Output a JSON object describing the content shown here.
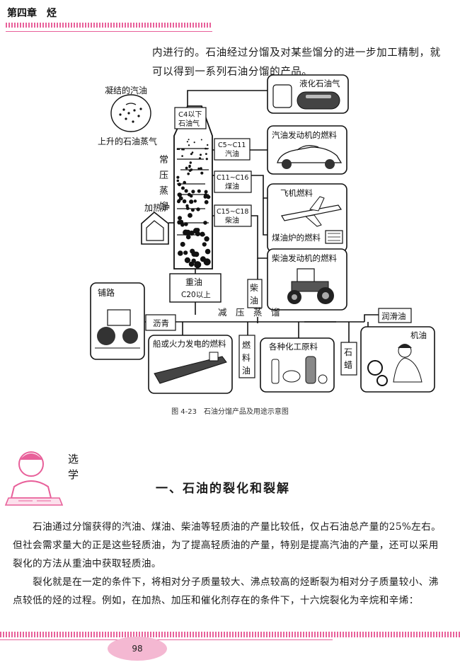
{
  "header": {
    "chapter_title": "第四章　烃"
  },
  "intro_text": {
    "line1": "内进行的。石油经过分馏及对某些馏分的进一步加工精制，就",
    "line2": "可以得到一系列石油分馏的产品。"
  },
  "diagram": {
    "condensed_gasoline": "凝结的汽油",
    "rising_vapor": "上升的石油蒸气",
    "tower_label": [
      "常",
      "压",
      "蒸",
      "馏"
    ],
    "furnace_label": "加热炉",
    "top_cut": [
      "C4以下",
      "石油气"
    ],
    "cut_gasoline": [
      "C5~C11",
      "汽油"
    ],
    "cut_kerosene": [
      "C11~C16",
      "煤油"
    ],
    "cut_diesel": [
      "C15~C18",
      "柴油"
    ],
    "heavy_oil": [
      "重油",
      "C20以上"
    ],
    "product_lpg": "液化石油气",
    "product_car_fuel": "汽油发动机的燃料",
    "product_jet_fuel": "飞机燃料",
    "product_stove_fuel": "煤油炉的燃料",
    "product_diesel_engine": "柴油发动机的燃料",
    "diesel_side": [
      "柴",
      "油"
    ],
    "vacuum_distillation": "减　压　蒸　馏",
    "asphalt": "沥青",
    "road_paving": "铺路",
    "ship_power_fuel": "船或火力发电的燃料",
    "fuel_oil": [
      "燃",
      "料",
      "油"
    ],
    "chem_feedstock": "各种化工原料",
    "paraffin": [
      "石",
      "蜡"
    ],
    "lube_oil": "润滑油",
    "machine_oil": "机油"
  },
  "caption": "图 4-23　石油分馏产品及用途示意图",
  "elective": {
    "label_top": "选",
    "label_bottom": "学"
  },
  "section_title": "一、石油的裂化和裂解",
  "paragraphs": [
    "石油通过分馏获得的汽油、煤油、柴油等轻质油的产量比较低，仅占石油总产量的25%左右。但社会需求量大的正是这些轻质油，为了提高轻质油的产量，特别是提高汽油的产量，还可以采用裂化的方法从重油中获取轻质油。",
    "裂化就是在一定的条件下，将相对分子质量较大、沸点较高的烃断裂为相对分子质量较小、沸点较低的烃的过程。例如，在加热、加压和催化剂存在的条件下，十六烷裂化为辛烷和辛烯："
  ],
  "page_number": "98",
  "colors": {
    "accent_pink": "#e8609a",
    "page_oval": "#f4b8d2"
  }
}
